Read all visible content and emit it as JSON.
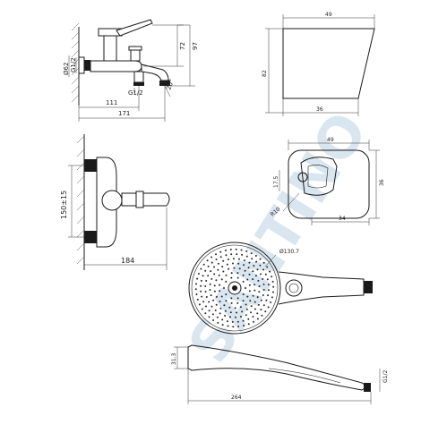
{
  "labels": {
    "diam62": "Ø62",
    "g12_a": "G1/2",
    "g12_b": "G1/2",
    "g12_c": "G1/2",
    "d72": "72",
    "d97": "97",
    "d111": "111",
    "d171": "171",
    "d20deg": "20°",
    "d150": "150±15",
    "d184": "184",
    "d49_a": "49",
    "d49_b": "49",
    "d82": "82",
    "d36_a": "36",
    "d36_b": "36",
    "d34": "34",
    "d175": "17.5",
    "dR10": "R10",
    "dia307": "Ø130.7",
    "d313": "31.3",
    "d264": "264"
  },
  "watermark": {
    "text": "SANTINO",
    "color": "#7ea9c9"
  }
}
